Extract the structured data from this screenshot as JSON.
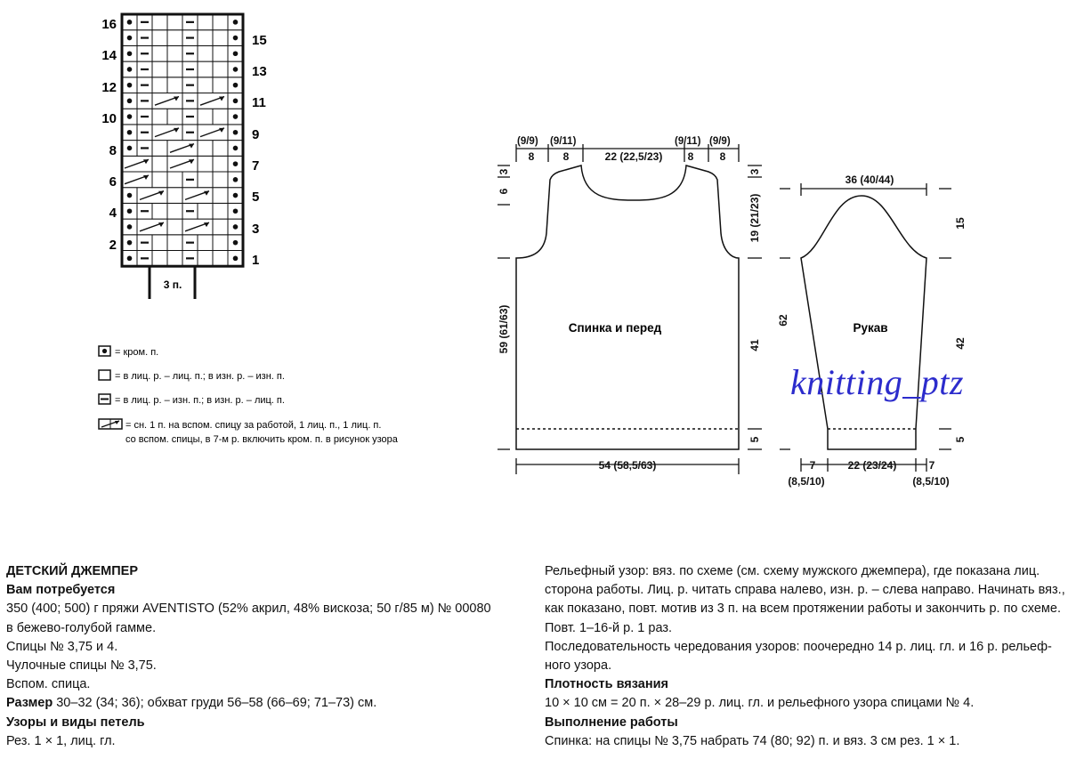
{
  "chart": {
    "left_rows": [
      "16",
      "14",
      "12",
      "10",
      "8",
      "6",
      "4",
      "2"
    ],
    "right_rows": [
      "15",
      "13",
      "11",
      "9",
      "7",
      "5",
      "3",
      "1"
    ],
    "repeat_label": "3 п."
  },
  "legend": {
    "edge": "= кром. п.",
    "knit": "= в лиц. р. – лиц. п.; в изн. р. – изн. п.",
    "purl": "= в лиц. р. – изн. п.; в изн. р. – лиц. п.",
    "cable_line1": "= сн. 1 п. на вспом. спицу за работой, 1 лиц. п., 1 лиц. п.",
    "cable_line2": "со вспом. спицы, в 7-м р. включить кром. п. в рисунок узора"
  },
  "body_pattern": {
    "title": "Спинка и перед",
    "top_left_paren": "(9/9)",
    "top_left_paren2": "(9/11)",
    "top_8a": "8",
    "top_8b": "8",
    "neck_width": "22 (22,5/23)",
    "top_right_paren": "(9/11)",
    "top_right_paren2": "(9/9)",
    "top_8c": "8",
    "top_8d": "8",
    "left_neck_depth": "6",
    "left_neck_mark": "3",
    "right_top_mark": "3",
    "armhole": "19 (21/23)",
    "height": "59 (61/63)",
    "side_height": "41",
    "rib": "5",
    "width": "54 (58,5/63)"
  },
  "sleeve_pattern": {
    "title": "Рукав",
    "cap_width": "36 (40/44)",
    "cap_height": "15",
    "total_height": "62",
    "sleeve_height": "42",
    "rib": "5",
    "cuff_left": "7",
    "cuff_width": "22 (23/24)",
    "cuff_right": "7",
    "cuff_left_paren": "(8,5/10)",
    "cuff_right_paren": "(8,5/10)"
  },
  "watermark": "knitting_ptz",
  "text_left": {
    "title": "ДЕТСКИЙ ДЖЕМПЕР",
    "h_materials": "Вам потребуется",
    "l1": "350 (400; 500) г пряжи AVENTISTO (52% акрил, 48% вискоза; 50 г/85 м) № 00080",
    "l2": "в бежево-голубой гамме.",
    "l3": "Спицы № 3,75 и 4.",
    "l4": "Чулочные спицы № 3,75.",
    "l5": "Вспом. спица.",
    "size_b": "Размер",
    "size_t": " 30–32 (34; 36); обхват груди 56–58 (66–69; 71–73) см.",
    "h_patterns": "Узоры и виды петель",
    "l6": "Рез. 1 × 1, лиц. гл."
  },
  "text_right": {
    "r1": "Рельефный узор: вяз. по схеме (см. схему мужского джемпера), где показана лиц.",
    "r2": "сторона работы. Лиц. р. читать справа налево, изн. р. – слева направо. Начинать вяз.,",
    "r3": "как показано, повт. мотив из 3 п. на всем протяжении работы и закончить р. по схеме.",
    "r4": "Повт. 1–16-й р. 1 раз.",
    "r5": "Последовательность чередования узоров: поочередно 14 р. лиц. гл. и 16 р. рельеф-",
    "r6": "ного узора.",
    "h_gauge": "Плотность вязания",
    "r7": "10 × 10 см = 20 п. × 28–29 р. лиц. гл. и рельефного узора спицами № 4.",
    "h_work": "Выполнение работы",
    "r8": "Спинка: на спицы № 3,75 набрать 74 (80; 92) п. и вяз. 3 см рез. 1 × 1."
  }
}
